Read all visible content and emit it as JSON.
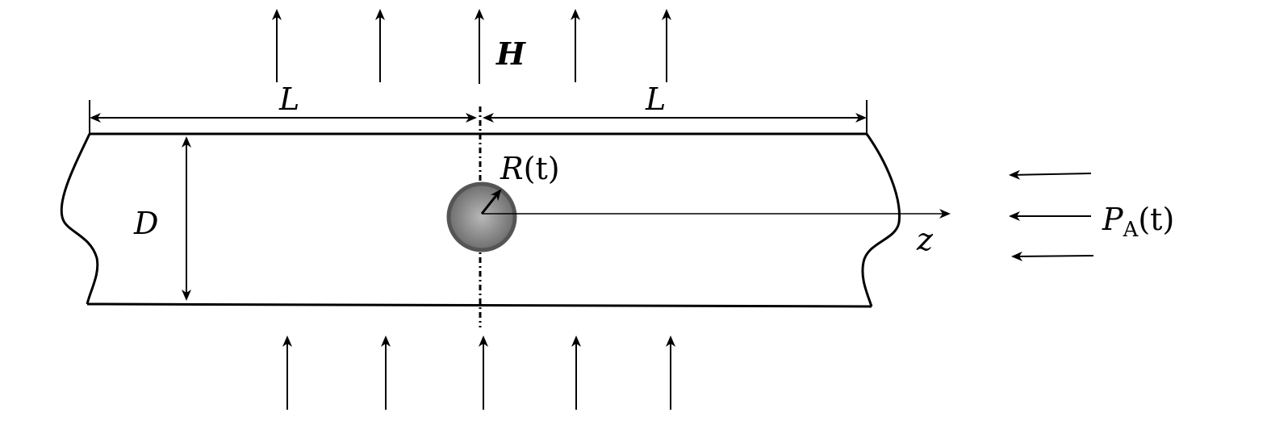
{
  "labels": {
    "field": "H",
    "length_left": "L",
    "length_right": "L",
    "diameter": "D",
    "radius_symbol": "R",
    "radius_arg": "(t)",
    "axis": "z",
    "pressure_symbol": "P",
    "pressure_subscript": "A",
    "pressure_arg": "(t)"
  },
  "colors": {
    "line": "#000000",
    "bubble_fill_center": "#b8b8b8",
    "bubble_fill_edge": "#6e6e6e",
    "bubble_stroke": "#555555"
  }
}
